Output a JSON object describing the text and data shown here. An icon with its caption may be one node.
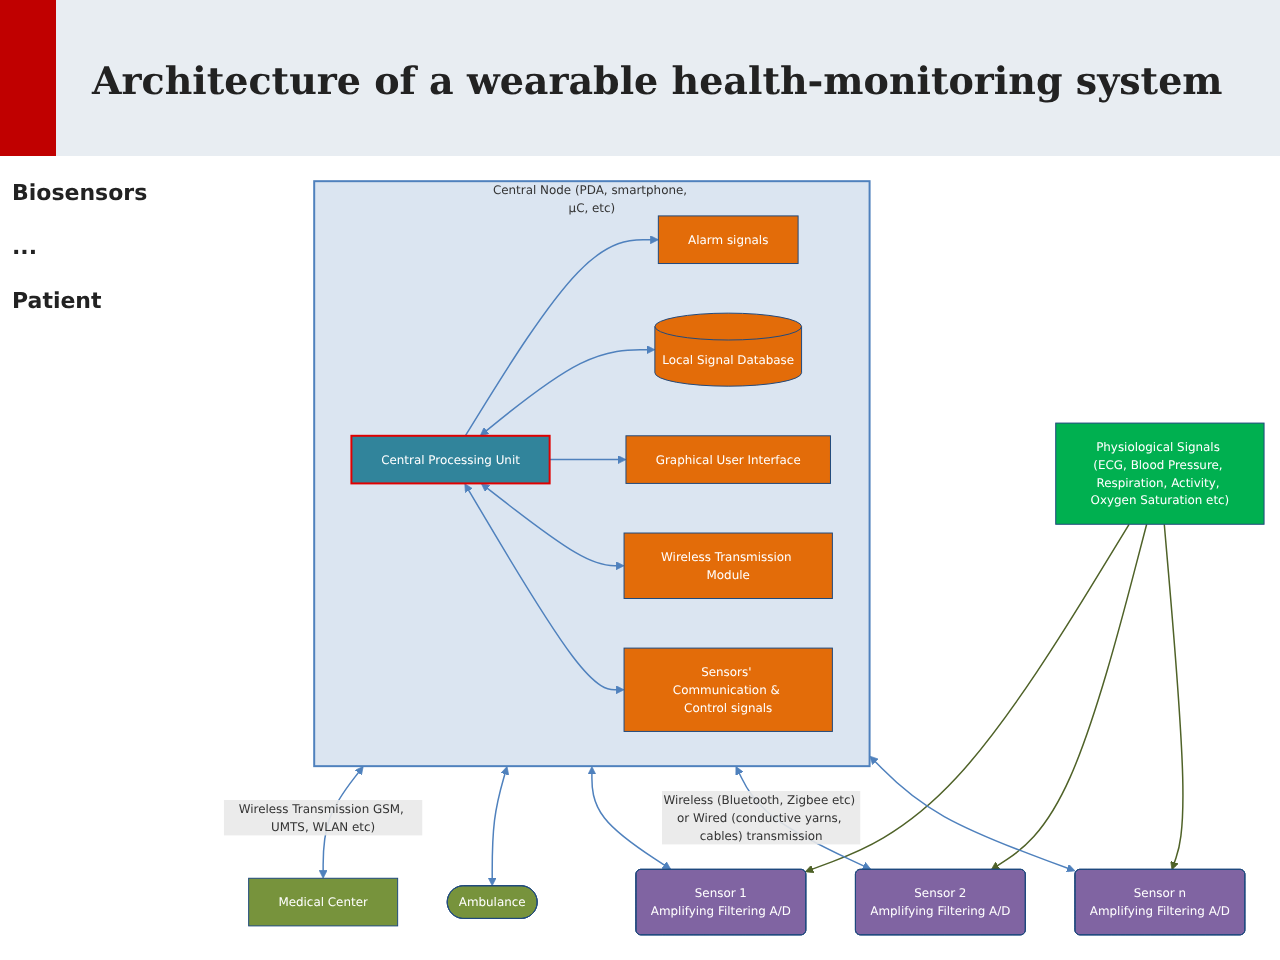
{
  "diagram": {
    "title": "Architecture of a wearable health-monitoring system",
    "nodes": [
      {
        "text": [
          "Central Node (PDA, smartphone, µC, etc)"
        ]
      },
      {
        "text": [
          "Alarm signals"
        ],
        "in": 0
      },
      {
        "text": [
          "Local Signal Database"
        ],
        "in": 0
      },
      {
        "text": [
          "Graphical User Interface"
        ],
        "in": 0
      },
      {
        "text": [
          "Central Processing Unit"
        ],
        "in": 0
      },
      {
        "text": [
          "Wireless Transmission Module"
        ],
        "in": 0
      },
      {
        "text": [
          "Sensors' Communication & Control signals"
        ],
        "in": 0
      },
      {
        "text": [
          "Medical Center"
        ]
      },
      {
        "text": [
          "Ambulance"
        ]
      },
      {
        "text": [
          "Sensor 1",
          "Amplifying Filtering A/D"
        ]
      },
      {
        "text": [
          "Sensor 2",
          "Amplifying Filtering A/D"
        ]
      },
      {
        "text": [
          "Sensor n",
          "Amplifying Filtering A/D"
        ]
      },
      {
        "text": [
          "Physiological Signals (ECG, Blood Pressure, Respiration, Activity, Oxygen Saturation etc)"
        ]
      }
    ],
    "edges": [
      {
        "from": 4,
        "to": 1,
        "arrow": "to"
      },
      {
        "from": 4,
        "to": 2,
        "arrow": "both"
      },
      {
        "from": 4,
        "to": 3,
        "arrow": "to"
      },
      {
        "from": 4,
        "to": 5,
        "arrow": "both"
      },
      {
        "from": 4,
        "to": 6,
        "arrow": "both"
      },
      {
        "from": 0,
        "to": 7,
        "arrow": "both",
        "label": "Wireless Transmission GSM, UMTS, WLAN etc)"
      },
      {
        "from": 0,
        "to": 8,
        "arrow": "both"
      },
      {
        "from": 0,
        "to": 9,
        "arrow": "both"
      },
      {
        "from": 0,
        "to": 10,
        "arrow": "both",
        "label": "Wireless (Bluetooth, Zigbee etc) or Wired (conductive yarns, cables) transmission"
      },
      {
        "from": 0,
        "to": 11,
        "arrow": "both"
      },
      {
        "from": 12,
        "to": 9,
        "arrow": "to",
        "color": "#4f6228"
      },
      {
        "from": 12,
        "to": 10,
        "arrow": "to",
        "color": "#4f6228"
      },
      {
        "from": 12,
        "to": 11,
        "arrow": "to",
        "color": "#4f6228"
      }
    ],
    "labels": [
      "Biosensors",
      "...",
      "Patient"
    ]
  }
}
